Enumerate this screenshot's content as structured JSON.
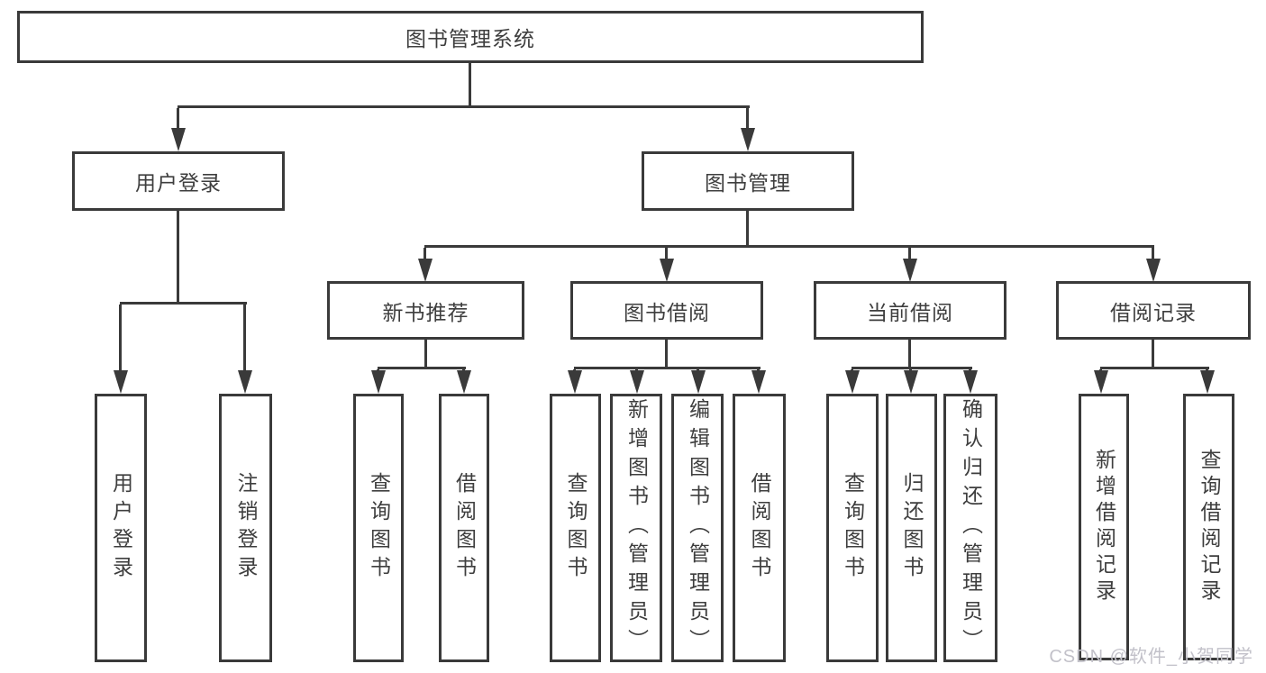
{
  "colors": {
    "line": "#3a3a3a",
    "text": "#3e3e3e",
    "background": "#ffffff",
    "watermark": "#c2c1c9"
  },
  "watermark": {
    "text": "CSDN @软件_小贺同学"
  },
  "tree": {
    "root": {
      "label": "图书管理系统",
      "children": [
        {
          "label": "用户登录",
          "children": [
            {
              "label": "用户登录"
            },
            {
              "label": "注销登录"
            }
          ]
        },
        {
          "label": "图书管理",
          "children": [
            {
              "label": "新书推荐",
              "children": [
                {
                  "label": "查询图书"
                },
                {
                  "label": "借阅图书"
                }
              ]
            },
            {
              "label": "图书借阅",
              "children": [
                {
                  "label": "查询图书"
                },
                {
                  "label": "新增图书（管理员）"
                },
                {
                  "label": "编辑图书（管理员）"
                },
                {
                  "label": "借阅图书"
                }
              ]
            },
            {
              "label": "当前借阅",
              "children": [
                {
                  "label": "查询图书"
                },
                {
                  "label": "归还图书"
                },
                {
                  "label": "确认归还（管理员）"
                }
              ]
            },
            {
              "label": "借阅记录",
              "children": [
                {
                  "label": "新增借阅记录"
                },
                {
                  "label": "查询借阅记录"
                }
              ]
            }
          ]
        }
      ]
    }
  }
}
